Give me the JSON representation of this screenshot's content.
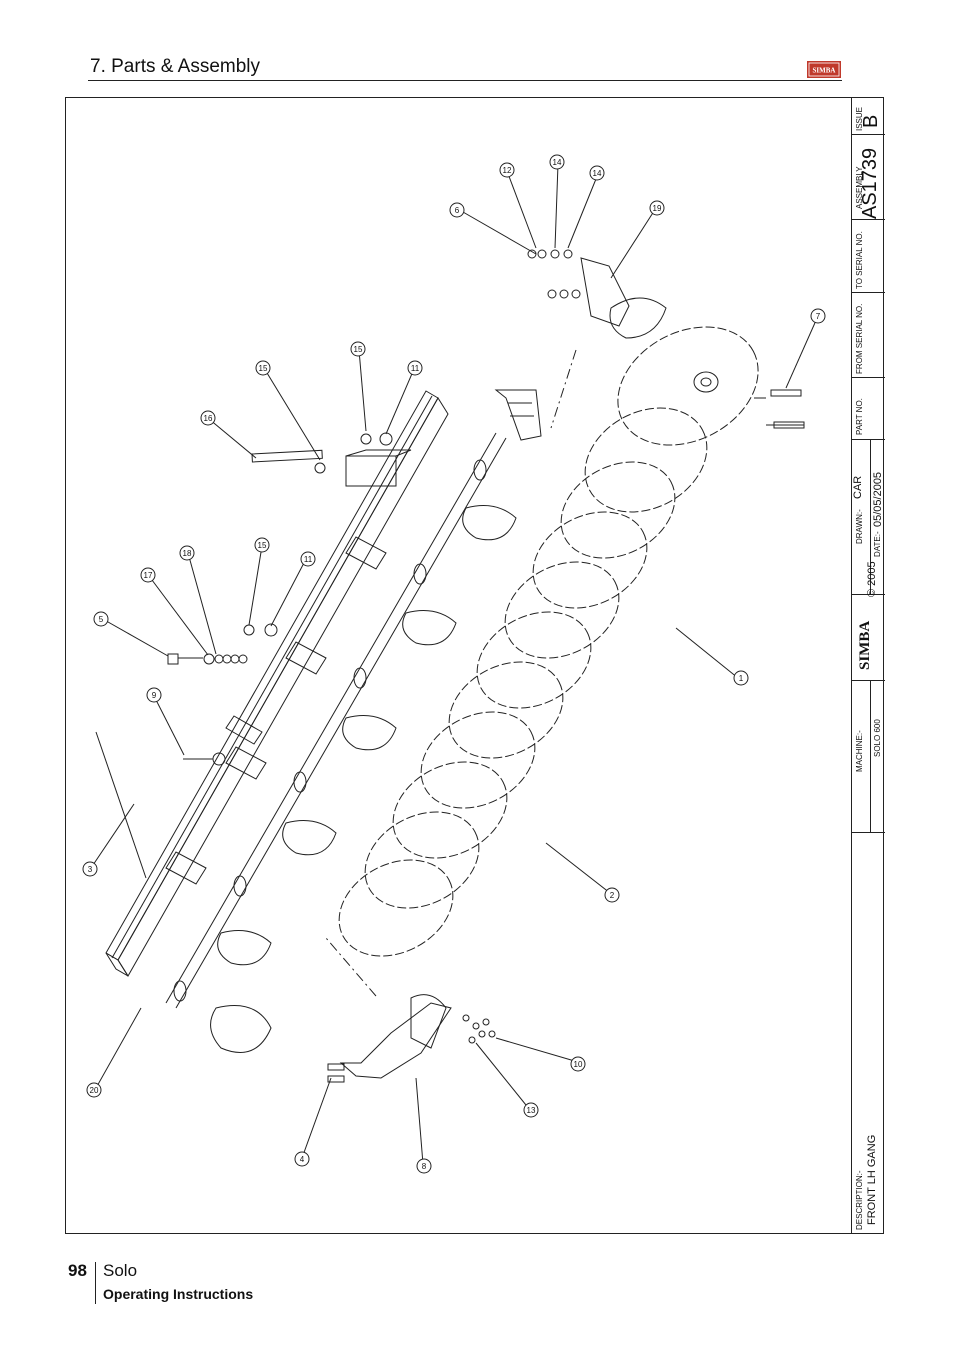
{
  "header": {
    "section_title": "7. Parts & Assembly",
    "logo_text": "SIMBA"
  },
  "title_block": {
    "issue_label": "ISSUE",
    "issue_value": "B",
    "assembly_label": "ASSEMBLY",
    "assembly_value": "AS1739",
    "to_serial_label": "TO SERIAL NO.",
    "from_serial_label": "FROM SERIAL NO.",
    "part_no_label": "PART NO.",
    "drawn_label": "DRAWN:-",
    "drawn_value": "CAR",
    "date_label": "DATE:-",
    "date_value": "05/05/2005",
    "brand": "SIMBA",
    "copyright": "© 2005",
    "machine_label": "MACHINE:-",
    "machine_value": "SOLO 600",
    "description_label": "DESCRIPTION:-",
    "description_value": "FRONT LH GANG"
  },
  "callouts": [
    "1",
    "2",
    "3",
    "4",
    "5",
    "6",
    "7",
    "8",
    "9",
    "10",
    "11",
    "11",
    "12",
    "13",
    "14",
    "14",
    "15",
    "15",
    "15",
    "16",
    "17",
    "18",
    "19",
    "20"
  ],
  "footer": {
    "page_number": "98",
    "product": "Solo",
    "subtitle": "Operating Instructions"
  },
  "colors": {
    "logo_red": "#c0392b",
    "ink": "#111111"
  }
}
